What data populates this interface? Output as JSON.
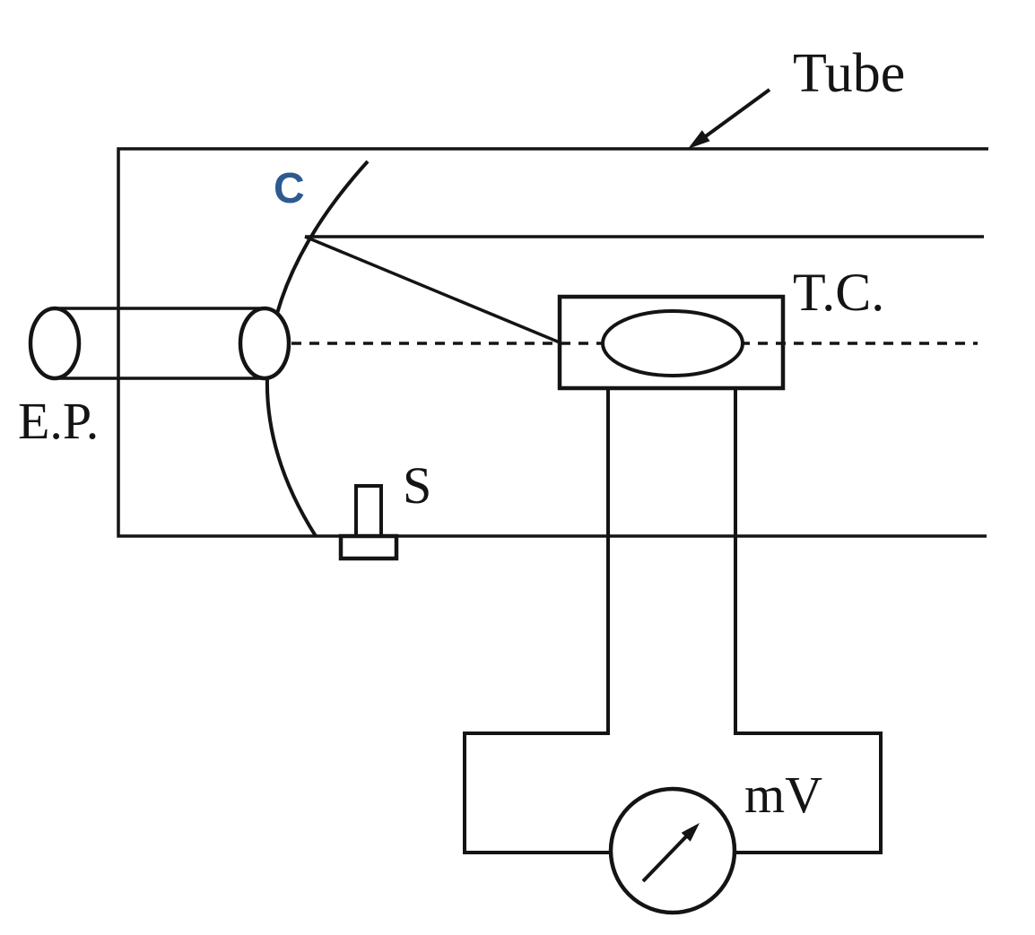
{
  "labels": {
    "tube": "Tube",
    "c": "C",
    "ep": "E.P.",
    "tc": "T.C.",
    "s": "S",
    "mv": "mV"
  },
  "colors": {
    "line": "#141414",
    "accent_blue": "#2E5B8F",
    "background": "#FFFFFF"
  }
}
